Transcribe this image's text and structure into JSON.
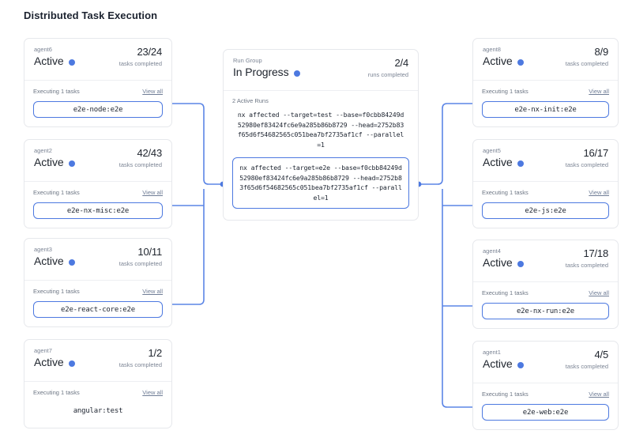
{
  "page": {
    "title": "Distributed Task Execution",
    "accent_color": "#4d79e0",
    "card_border_color": "#e6e8ec",
    "background": "#ffffff"
  },
  "labels": {
    "tasks_completed": "tasks completed",
    "view_all": "View all",
    "status_active": "Active",
    "status_in_progress": "In Progress"
  },
  "run_group": {
    "title": "Run Group",
    "status": "In Progress",
    "count": "2/4",
    "count_label": "runs completed",
    "active_runs_label": "2 Active Runs",
    "commands": [
      {
        "text": "nx affected --target=test --base=f0cbb84249d52980ef83424fc6e9a285b86b8729 --head=2752b83f65d6f54682565c051bea7bf2735af1cf --parallel=1",
        "highlighted": false
      },
      {
        "text": "nx affected --target=e2e --base=f0cbb84249d52980ef83424fc6e9a285b86b8729 --head=2752b83f65d6f54682565c051bea7bf2735af1cf --parallel=1",
        "highlighted": true
      }
    ]
  },
  "left_agents": [
    {
      "name": "agent6",
      "status": "Active",
      "count": "23/24",
      "count_label": "tasks completed",
      "executing": "Executing 1 tasks",
      "view_all": "View all",
      "task": "e2e-node:e2e",
      "task_boxed": true
    },
    {
      "name": "agent2",
      "status": "Active",
      "count": "42/43",
      "count_label": "tasks completed",
      "executing": "Executing 1 tasks",
      "view_all": "View all",
      "task": "e2e-nx-misc:e2e",
      "task_boxed": true
    },
    {
      "name": "agent3",
      "status": "Active",
      "count": "10/11",
      "count_label": "tasks completed",
      "executing": "Executing 1 tasks",
      "view_all": "View all",
      "task": "e2e-react-core:e2e",
      "task_boxed": true
    },
    {
      "name": "agent7",
      "status": "Active",
      "count": "1/2",
      "count_label": "tasks completed",
      "executing": "Executing 1 tasks",
      "view_all": "View all",
      "task": "angular:test",
      "task_boxed": false
    }
  ],
  "right_agents": [
    {
      "name": "agent8",
      "status": "Active",
      "count": "8/9",
      "count_label": "tasks completed",
      "executing": "Executing 1 tasks",
      "view_all": "View all",
      "task": "e2e-nx-init:e2e",
      "task_boxed": true
    },
    {
      "name": "agent5",
      "status": "Active",
      "count": "16/17",
      "count_label": "tasks completed",
      "executing": "Executing 1 tasks",
      "view_all": "View all",
      "task": "e2e-js:e2e",
      "task_boxed": true
    },
    {
      "name": "agent4",
      "status": "Active",
      "count": "17/18",
      "count_label": "tasks completed",
      "executing": "Executing 1 tasks",
      "view_all": "View all",
      "task": "e2e-nx-run:e2e",
      "task_boxed": true
    },
    {
      "name": "agent1",
      "status": "Active",
      "count": "4/5",
      "count_label": "tasks completed",
      "executing": "Executing 1 tasks",
      "view_all": "View all",
      "task": "e2e-web:e2e",
      "task_boxed": true
    }
  ]
}
